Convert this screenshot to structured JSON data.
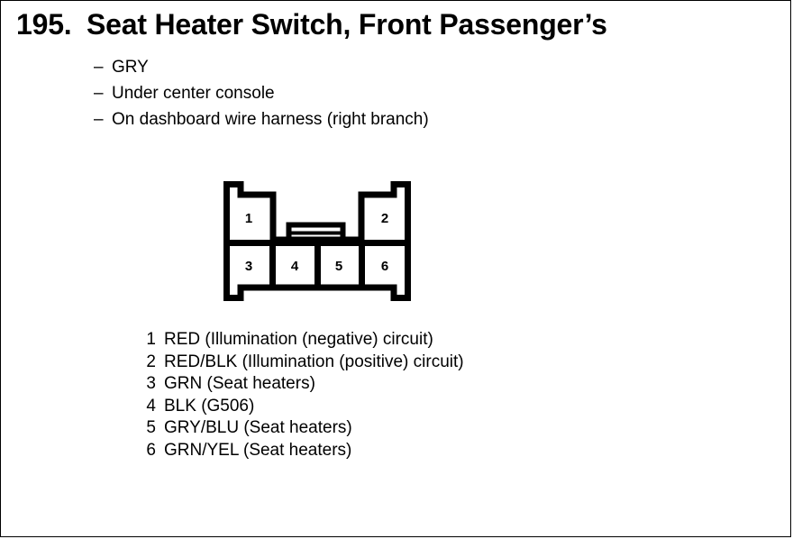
{
  "document": {
    "item_number": "195.",
    "title": "Seat Heater Switch, Front Passenger’s",
    "dash": "–"
  },
  "notes": [
    {
      "text": "GRY"
    },
    {
      "text": "Under center console"
    },
    {
      "text": "On dashboard wire harness (right branch)"
    }
  ],
  "connector": {
    "top_row": [
      {
        "number": "1"
      },
      {
        "number": "2"
      }
    ],
    "bottom_row": [
      {
        "number": "3"
      },
      {
        "number": "4"
      },
      {
        "number": "5"
      },
      {
        "number": "6"
      }
    ],
    "latch_tab_label": "center-latch-tab",
    "stroke_color": "#000000",
    "fill_color": "#ffffff"
  },
  "pins": [
    {
      "index": "1",
      "description": "RED (Illumination (negative) circuit)"
    },
    {
      "index": "2",
      "description": "RED/BLK (Illumination (positive) circuit)"
    },
    {
      "index": "3",
      "description": "GRN (Seat heaters)"
    },
    {
      "index": "4",
      "description": "BLK (G506)"
    },
    {
      "index": "5",
      "description": "GRY/BLU (Seat heaters)"
    },
    {
      "index": "6",
      "description": "GRN/YEL (Seat heaters)"
    }
  ]
}
